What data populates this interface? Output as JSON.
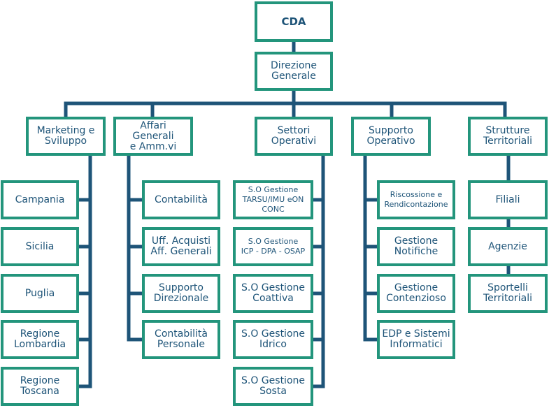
{
  "colors": {
    "border": "#23957c",
    "line": "#1e5478",
    "text": "#1e5478"
  },
  "root": {
    "label": "CDA"
  },
  "direzione": {
    "label": "Direzione\nGenerale"
  },
  "columns": [
    {
      "label": "Marketing e\nSviluppo",
      "items": [
        "Campania",
        "Sicilia",
        "Puglia",
        "Regione\nLombardia",
        "Regione\nToscana"
      ]
    },
    {
      "label": "Affari Generali\ne Amm.vi",
      "items": [
        "Contabilità",
        "Uff. Acquisti\nAff. Generali",
        "Supporto\nDirezionale",
        "Contabilità\nPersonale"
      ]
    },
    {
      "label": "Settori\nOperativi",
      "items": [
        "S.O Gestione\nTARSU/IMU eON\nCONC",
        "S.O Gestione\nICP - DPA - OSAP",
        "S.O Gestione\nCoattiva",
        "S.O Gestione\nIdrico",
        "S.O Gestione\nSosta"
      ]
    },
    {
      "label": "Supporto\nOperativo",
      "items": [
        "Riscossione e\nRendicontazione",
        "Gestione\nNotifiche",
        "Gestione\nContenzioso",
        "EDP e Sistemi\nInformatici"
      ]
    },
    {
      "label": "Strutture\nTerritoriali",
      "items": [
        "Filiali",
        "Agenzie",
        "Sportelli\nTerritoriali"
      ]
    }
  ]
}
